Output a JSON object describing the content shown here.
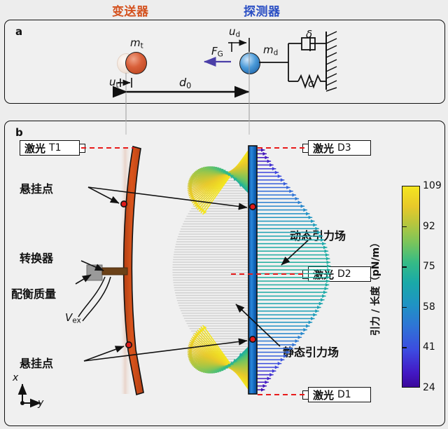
{
  "headers": {
    "transmitter": "变送器",
    "detector": "探测器"
  },
  "panel_a": {
    "letter": "a",
    "labels": {
      "m_t": "m",
      "m_t_sub": "t",
      "m_d": "m",
      "m_d_sub": "d",
      "u_t": "u",
      "u_t_sub": "t",
      "u_d": "u",
      "u_d_sub": "d",
      "F_G": "F",
      "F_G_sub": "G",
      "d_0": "d",
      "d_0_sub": "0",
      "delta": "δ",
      "c": "c"
    }
  },
  "panel_b": {
    "letter": "b",
    "lasers": [
      {
        "name": "laser-t1",
        "cn": "激光",
        "id": "T1",
        "nub": "right"
      },
      {
        "name": "laser-d3",
        "cn": "激光",
        "id": "D3",
        "nub": "left"
      },
      {
        "name": "laser-d2",
        "cn": "激光",
        "id": "D2",
        "nub": "left"
      },
      {
        "name": "laser-d1",
        "cn": "激光",
        "id": "D1",
        "nub": "left"
      }
    ],
    "annotations": {
      "suspension_top": "悬挂点",
      "suspension_bottom": "悬挂点",
      "transducer": "转换器",
      "balance_mass": "配衡质量",
      "v_ex": "V",
      "v_ex_sub": "ex",
      "dynamic_field": "动态引力场",
      "static_field": "静态引力场"
    },
    "axes": {
      "x": "x",
      "y": "y"
    }
  },
  "chart_data": {
    "type": "heatmap",
    "title": "",
    "colorbar": {
      "label": "引力 / 长度（pN/m）",
      "unit": "pN/m",
      "ticks": [
        24,
        41,
        58,
        75,
        92,
        109
      ],
      "vmin": 24,
      "vmax": 109,
      "colormap": "viridis-like",
      "orientation": "vertical"
    },
    "fields": [
      {
        "name": "dynamic-gravitational-field",
        "label": "动态引力场",
        "description": "Colored arrow quiver fan emanating to the right of the detector beam; magnitudes 24-109 pN/m",
        "value_range": [
          24,
          109
        ]
      },
      {
        "name": "static-gravitational-field",
        "label": "静态引力场",
        "description": "Grey arrow quiver field to the left of the detector beam",
        "value_range": null
      }
    ]
  },
  "colors": {
    "transmitter": "#c84a17",
    "detector": "#0f64bb",
    "laser_beam": "#e81b1b",
    "force_arrow": "#4b3fa8",
    "panel_bg": "#f0f0f0",
    "outline": "#111111",
    "suspension_point": "#e01b1b",
    "balance_mass": "#9a9a9a",
    "transducer": "#6b4118"
  }
}
